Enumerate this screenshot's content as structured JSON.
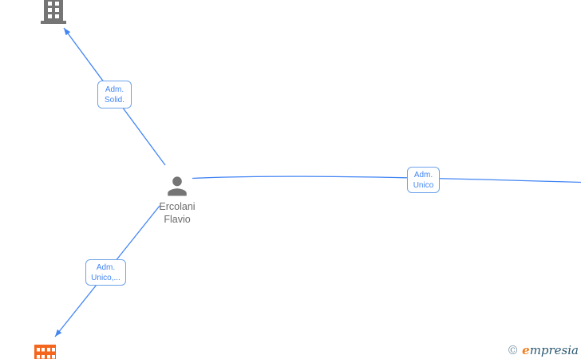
{
  "diagram": {
    "person": {
      "name_line1": "Ercolani",
      "name_line2": "Flavio"
    },
    "labels": {
      "top": {
        "line1": "Adm.",
        "line2": "Solid."
      },
      "right": {
        "line1": "Adm.",
        "line2": "Unico"
      },
      "bottom": {
        "line1": "Adm.",
        "line2": "Unico,..."
      }
    },
    "icons": {
      "top_company": "building-icon",
      "person": "person-icon",
      "bottom_company": "building-orange-icon"
    },
    "colors": {
      "edge": "#4285f4",
      "label_border": "#6fa3e8",
      "label_text": "#4285f4",
      "gray_icon": "#757575",
      "orange_icon": "#f4661d",
      "person_name_text": "#6b6b6b"
    }
  },
  "footer": {
    "copyright_symbol": "©",
    "brand_initial": "e",
    "brand_rest": "mpresia"
  }
}
